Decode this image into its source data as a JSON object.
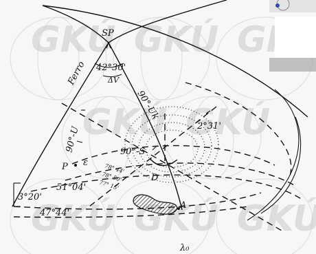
{
  "watermark": {
    "text": "GKÚ"
  },
  "labels": {
    "pole": "SP",
    "meridian": "Ferro",
    "angle_at_pole": "42°30'",
    "delta_v": "ΔV",
    "arc_top": "90°-Uk",
    "arc_right_angle": "2°31'",
    "arc_left": "90°-U",
    "epsilon": "ε",
    "point_p": "P",
    "right_angle_s": "90°-S",
    "point_d": "D",
    "point_a": "A",
    "small_angle_1": "78° 44'",
    "small_angle_2": "78° 50'",
    "small_angle_3": "77° 15'",
    "left_width": "3°20'",
    "lat_upper": "51°04'",
    "lat_lower": "47°44'",
    "lambda": "λ₀"
  }
}
